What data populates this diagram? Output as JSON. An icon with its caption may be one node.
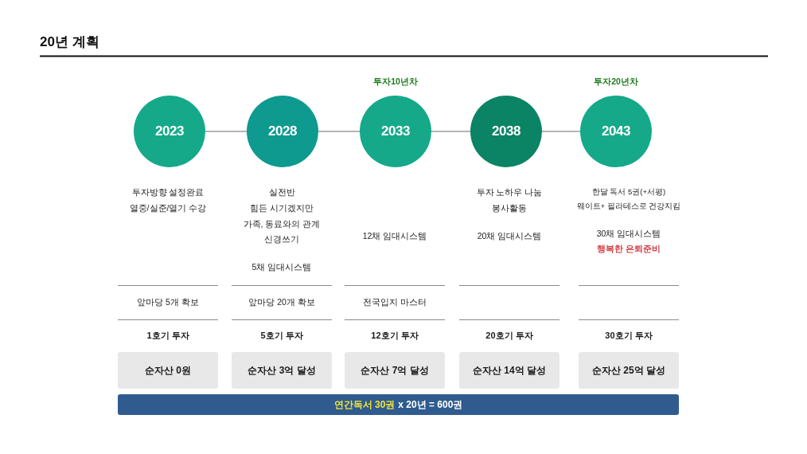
{
  "diagram": {
    "title": "20년 계획",
    "nodes": [
      {
        "text": [
          "2023"
        ]
      },
      {
        "text": [
          "2028"
        ]
      },
      {
        "text": [
          "2033"
        ],
        "beside": [
          "투자10년차"
        ]
      },
      {
        "text": [
          "2038"
        ]
      },
      {
        "text": [
          "2043"
        ],
        "beside": [
          "투자20년차"
        ]
      },
      {
        "text": [
          "순자산 0원"
        ]
      },
      {
        "text": [
          "순자산 3억 달성"
        ]
      },
      {
        "text": [
          "순자산 7억 달성"
        ]
      },
      {
        "text": [
          "순자산 14억 달성"
        ]
      },
      {
        "text": [
          "순자산 25억 달성"
        ]
      },
      {
        "text": [
          "연간독서 30권",
          "x 20년 = 600권"
        ]
      }
    ],
    "edges": [
      {
        "from": 0,
        "to": 1,
        "arrow": "none"
      },
      {
        "from": 1,
        "to": 2,
        "arrow": "none"
      },
      {
        "from": 2,
        "to": 3,
        "arrow": "none"
      },
      {
        "from": 3,
        "to": 4,
        "arrow": "none"
      }
    ],
    "labels": [
      "투자방향 설정완료",
      "열중/실준/열기 수강",
      "앞마당 5개 확보",
      "1호기 투자",
      "실전반",
      "힘든 시기겠지만 가족, 동료와의 관계 신경쓰기",
      "5채 임대시스템",
      "앞마당 20개 확보",
      "5호기 투자",
      "12채 임대시스템",
      "전국입지 마스터",
      "12호기 투자",
      "투자 노하우 나눔",
      "봉사활동",
      "20채 임대시스템",
      "20호기 투자",
      "한달 독서 5권(+서평)",
      "웨이트+ 필라테스로 건강지킴",
      "30채 임대시스템",
      "행복한 은퇴준비",
      "30호기 투자"
    ]
  }
}
